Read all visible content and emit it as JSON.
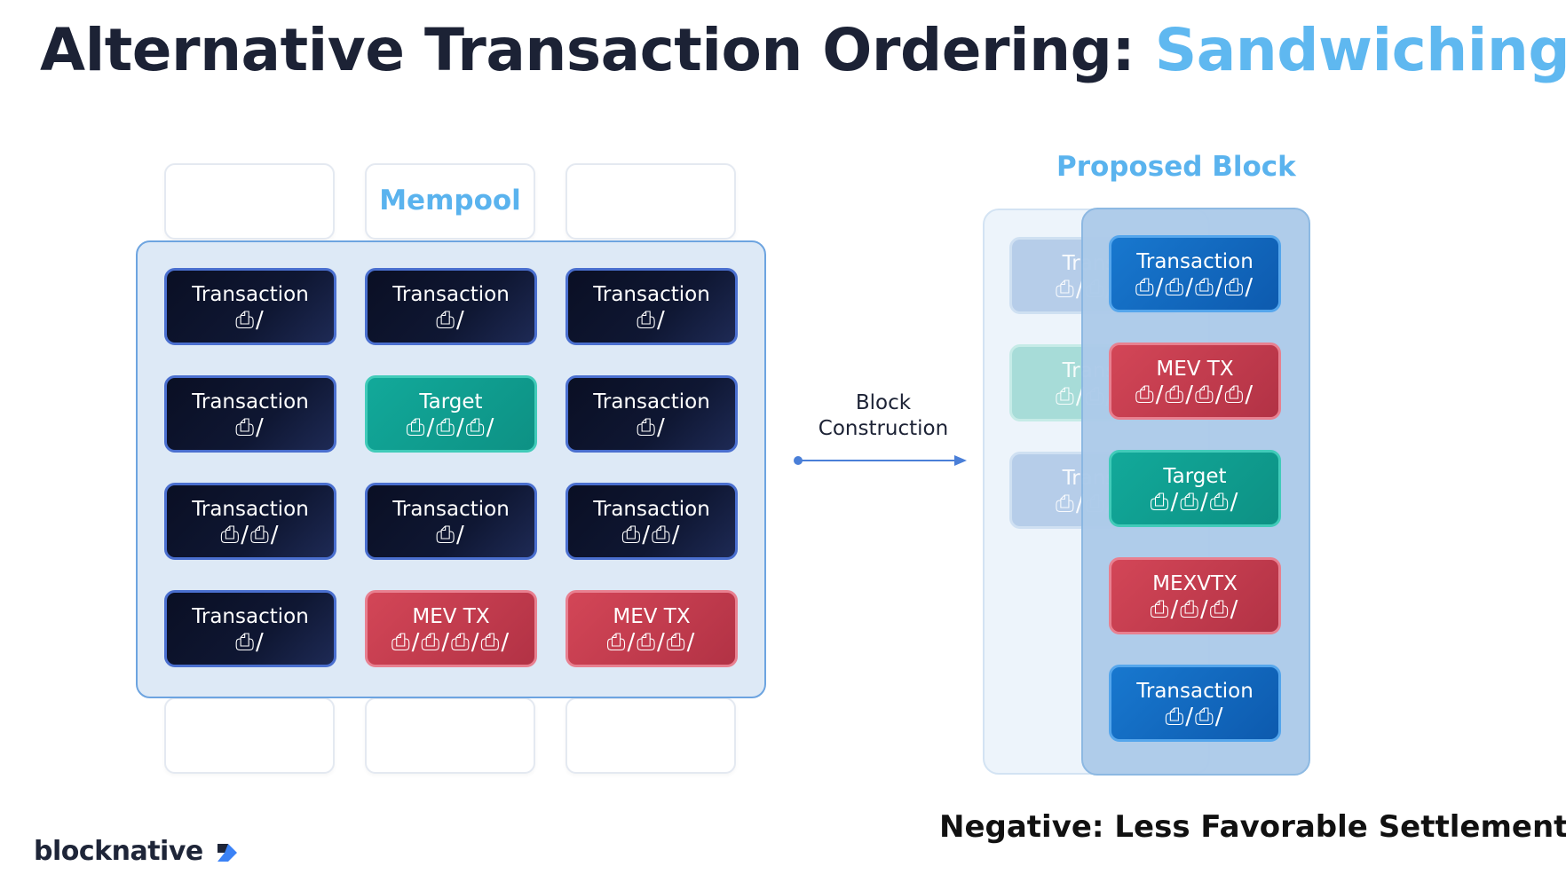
{
  "title": {
    "main": "Alternative Transaction Ordering: ",
    "highlight": "Sandwiching"
  },
  "mempool": {
    "label": "Mempool",
    "cards": [
      {
        "label": "Transaction",
        "icons": "⎙/",
        "style": "dark"
      },
      {
        "label": "Transaction",
        "icons": "⎙/",
        "style": "dark"
      },
      {
        "label": "Transaction",
        "icons": "⎙/",
        "style": "dark"
      },
      {
        "label": "Transaction",
        "icons": "⎙/",
        "style": "dark"
      },
      {
        "label": "Target",
        "icons": "⎙/⎙/⎙/",
        "style": "green"
      },
      {
        "label": "Transaction",
        "icons": "⎙/",
        "style": "dark"
      },
      {
        "label": "Transaction",
        "icons": "⎙/⎙/",
        "style": "dark"
      },
      {
        "label": "Transaction",
        "icons": "⎙/",
        "style": "dark"
      },
      {
        "label": "Transaction",
        "icons": "⎙/⎙/",
        "style": "dark"
      },
      {
        "label": "Transaction",
        "icons": "⎙/",
        "style": "dark"
      },
      {
        "label": "MEV TX",
        "icons": "⎙/⎙/⎙/⎙/",
        "style": "red"
      },
      {
        "label": "MEV TX",
        "icons": "⎙/⎙/⎙/",
        "style": "red"
      }
    ]
  },
  "arrow": {
    "line1": "Block",
    "line2": "Construction",
    "color": "#4a7fd8"
  },
  "proposed_block": {
    "title": "Proposed Block",
    "faded_cards": [
      {
        "label": "Transa",
        "icons": "⎙/⎙/⎙",
        "style": "fblue"
      },
      {
        "label": "Transa",
        "icons": "⎙/⎙/⎙",
        "style": "fgreen"
      },
      {
        "label": "Transa",
        "icons": "⎙/⎙/⎙",
        "style": "fblue"
      }
    ],
    "cards": [
      {
        "label": "Transaction",
        "icons": "⎙/⎙/⎙/⎙/",
        "style": "blue"
      },
      {
        "label": "MEV TX",
        "icons": "⎙/⎙/⎙/⎙/",
        "style": "red"
      },
      {
        "label": "Target",
        "icons": "⎙/⎙/⎙/",
        "style": "green"
      },
      {
        "label": "MEXVTX",
        "icons": "⎙/⎙/⎙/",
        "style": "red"
      },
      {
        "label": "Transaction",
        "icons": "⎙/⎙/",
        "style": "blue"
      }
    ]
  },
  "caption": "Negative: Less Favorable Settlement",
  "logo": {
    "text": "blocknative",
    "colors": [
      "#1e2538",
      "#3b82f6"
    ]
  }
}
